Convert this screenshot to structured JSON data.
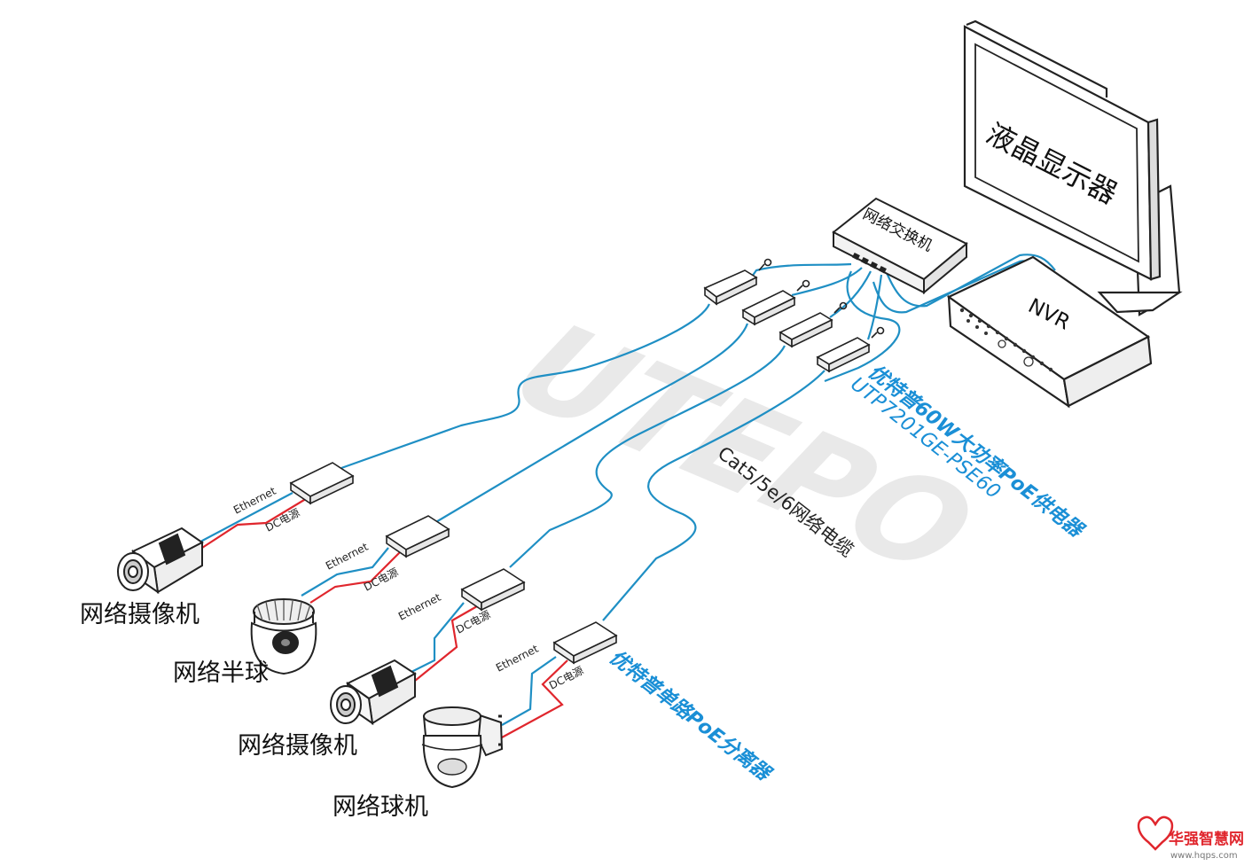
{
  "colors": {
    "ethernet": "#1f8fc4",
    "dc_power": "#e0262d",
    "brand_blue": "#1a8fd6",
    "outline": "#222222",
    "logo_red": "#e0262d"
  },
  "watermark": "UTEPO",
  "devices": {
    "monitor": "液晶显示器",
    "nvr": "NVR",
    "switch": "网络交换机"
  },
  "poe_injector": {
    "brand_name": "优特普60W大功率PoE供电器",
    "model": "UTP7201GE-PSE60"
  },
  "cable": "Cat5/5e/6网络电缆",
  "poe_splitter": "优特普单路PoE分离器",
  "splitter_ports": {
    "ethernet": "Ethernet",
    "dc_power": "DC电源"
  },
  "cameras": [
    {
      "label": "网络摄像机",
      "icon": "box-camera-icon"
    },
    {
      "label": "网络半球",
      "icon": "dome-camera-icon"
    },
    {
      "label": "网络摄像机",
      "icon": "box-camera-icon"
    },
    {
      "label": "网络球机",
      "icon": "speed-dome-icon"
    }
  ],
  "footer_logo": {
    "name": "华强智慧网",
    "url": "www.hqps.com"
  }
}
